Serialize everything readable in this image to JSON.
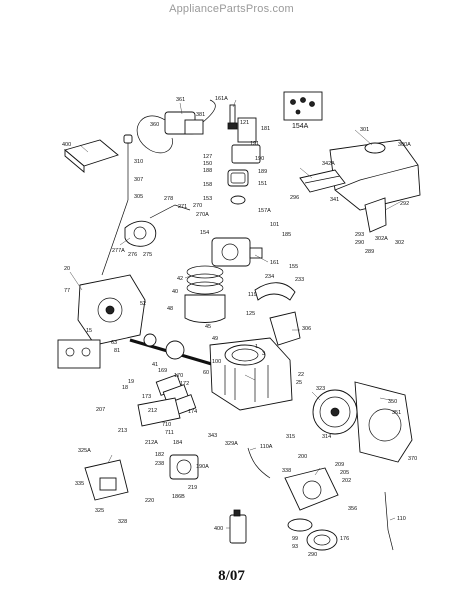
{
  "header": {
    "watermark": "AppliancePartsPros.com"
  },
  "footer": {
    "date": "8/07"
  },
  "diagram": {
    "callouts": [
      {
        "id": "c361",
        "label": "361"
      },
      {
        "id": "c360",
        "label": "360"
      },
      {
        "id": "c381",
        "label": "381"
      },
      {
        "id": "c161A",
        "label": "161A"
      },
      {
        "id": "c121",
        "label": "121"
      },
      {
        "id": "c181",
        "label": "181"
      },
      {
        "id": "c191",
        "label": "191"
      },
      {
        "id": "c154A",
        "label": "154A"
      },
      {
        "id": "c400",
        "label": "400"
      },
      {
        "id": "c310",
        "label": "310"
      },
      {
        "id": "c307",
        "label": "307"
      },
      {
        "id": "c305",
        "label": "305"
      },
      {
        "id": "c127",
        "label": "127"
      },
      {
        "id": "c150",
        "label": "150"
      },
      {
        "id": "c188",
        "label": "188"
      },
      {
        "id": "c190",
        "label": "190"
      },
      {
        "id": "c158",
        "label": "158"
      },
      {
        "id": "c153",
        "label": "153"
      },
      {
        "id": "c189",
        "label": "189"
      },
      {
        "id": "c151",
        "label": "151"
      },
      {
        "id": "c157A",
        "label": "157A"
      },
      {
        "id": "c301",
        "label": "301"
      },
      {
        "id": "c300A",
        "label": "300A"
      },
      {
        "id": "c342A",
        "label": "342A"
      },
      {
        "id": "c296",
        "label": "296"
      },
      {
        "id": "c341",
        "label": "341"
      },
      {
        "id": "c292",
        "label": "292"
      },
      {
        "id": "c293",
        "label": "293"
      },
      {
        "id": "c290",
        "label": "290"
      },
      {
        "id": "c302A",
        "label": "302A"
      },
      {
        "id": "c302",
        "label": "302"
      },
      {
        "id": "c289",
        "label": "289"
      },
      {
        "id": "c278",
        "label": "278"
      },
      {
        "id": "c271",
        "label": "271"
      },
      {
        "id": "c270",
        "label": "270"
      },
      {
        "id": "c270A",
        "label": "270A"
      },
      {
        "id": "c277A",
        "label": "277A"
      },
      {
        "id": "c276",
        "label": "276"
      },
      {
        "id": "c275",
        "label": "275"
      },
      {
        "id": "c101",
        "label": "101"
      },
      {
        "id": "c185",
        "label": "185"
      },
      {
        "id": "c161",
        "label": "161"
      },
      {
        "id": "c154",
        "label": "154"
      },
      {
        "id": "c155",
        "label": "155"
      },
      {
        "id": "c233",
        "label": "233"
      },
      {
        "id": "c234",
        "label": "234"
      },
      {
        "id": "c42",
        "label": "42"
      },
      {
        "id": "c40",
        "label": "40"
      },
      {
        "id": "c119",
        "label": "119"
      },
      {
        "id": "c48",
        "label": "48"
      },
      {
        "id": "c45",
        "label": "45"
      },
      {
        "id": "c125",
        "label": "125"
      },
      {
        "id": "c306",
        "label": "306"
      },
      {
        "id": "c20",
        "label": "20"
      },
      {
        "id": "c77",
        "label": "77"
      },
      {
        "id": "c52",
        "label": "52"
      },
      {
        "id": "c15",
        "label": "15"
      },
      {
        "id": "c63",
        "label": "63"
      },
      {
        "id": "c81",
        "label": "81"
      },
      {
        "id": "c41",
        "label": "41"
      },
      {
        "id": "c49",
        "label": "49"
      },
      {
        "id": "c1",
        "label": "1"
      },
      {
        "id": "c3",
        "label": "3"
      },
      {
        "id": "c100",
        "label": "100"
      },
      {
        "id": "c60",
        "label": "60"
      },
      {
        "id": "c19",
        "label": "19"
      },
      {
        "id": "c18",
        "label": "18"
      },
      {
        "id": "c207",
        "label": "207"
      },
      {
        "id": "c169",
        "label": "169"
      },
      {
        "id": "c170",
        "label": "170"
      },
      {
        "id": "c172",
        "label": "172"
      },
      {
        "id": "c173",
        "label": "173"
      },
      {
        "id": "c174",
        "label": "174"
      },
      {
        "id": "c212",
        "label": "212"
      },
      {
        "id": "c710",
        "label": "710"
      },
      {
        "id": "c711",
        "label": "711"
      },
      {
        "id": "c212A",
        "label": "212A"
      },
      {
        "id": "c184",
        "label": "184"
      },
      {
        "id": "c213",
        "label": "213"
      },
      {
        "id": "c22",
        "label": "22"
      },
      {
        "id": "c25",
        "label": "25"
      },
      {
        "id": "c323",
        "label": "323"
      },
      {
        "id": "c315",
        "label": "315"
      },
      {
        "id": "c314",
        "label": "314"
      },
      {
        "id": "c350",
        "label": "350"
      },
      {
        "id": "c351",
        "label": "351"
      },
      {
        "id": "c370",
        "label": "370"
      },
      {
        "id": "c325A",
        "label": "325A"
      },
      {
        "id": "c182",
        "label": "182"
      },
      {
        "id": "c238",
        "label": "238"
      },
      {
        "id": "c190A",
        "label": "190A"
      },
      {
        "id": "c186B",
        "label": "186B"
      },
      {
        "id": "c219",
        "label": "219"
      },
      {
        "id": "c220",
        "label": "220"
      },
      {
        "id": "c335",
        "label": "335"
      },
      {
        "id": "c325",
        "label": "325"
      },
      {
        "id": "c328",
        "label": "328"
      },
      {
        "id": "c343",
        "label": "343"
      },
      {
        "id": "c329A",
        "label": "329A"
      },
      {
        "id": "c110A",
        "label": "110A"
      },
      {
        "id": "c200",
        "label": "200"
      },
      {
        "id": "c209",
        "label": "209"
      },
      {
        "id": "c205",
        "label": "205"
      },
      {
        "id": "c202",
        "label": "202"
      },
      {
        "id": "c338",
        "label": "338"
      },
      {
        "id": "c356",
        "label": "356"
      },
      {
        "id": "c400b",
        "label": "400"
      },
      {
        "id": "c99",
        "label": "99"
      },
      {
        "id": "c93",
        "label": "93"
      },
      {
        "id": "c176",
        "label": "176"
      },
      {
        "id": "c290b",
        "label": "290"
      },
      {
        "id": "c110",
        "label": "110"
      }
    ]
  }
}
